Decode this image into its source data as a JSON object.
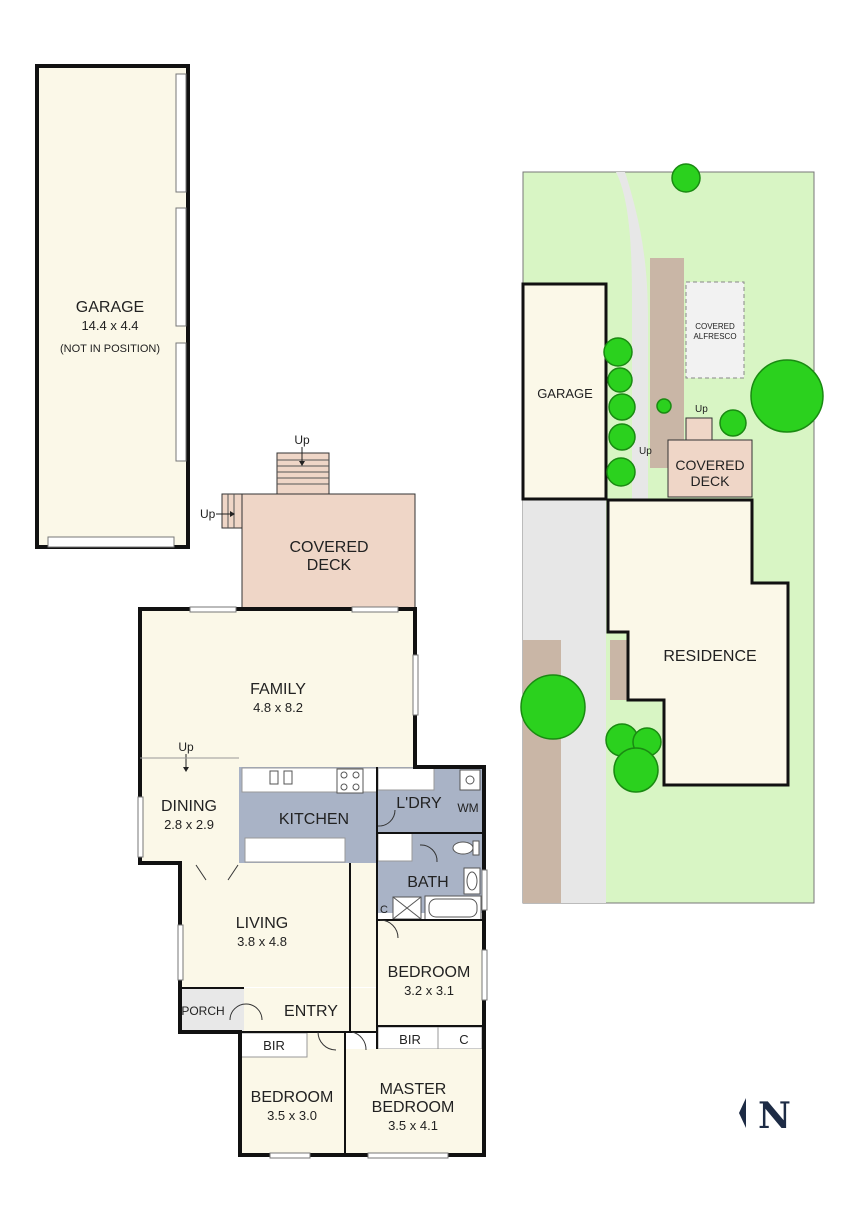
{
  "rooms": {
    "garage": {
      "name": "GARAGE",
      "dim": "14.4 x 4.4",
      "note": "(NOT IN POSITION)"
    },
    "covered_deck": {
      "line1": "COVERED",
      "line2": "DECK"
    },
    "family": {
      "name": "FAMILY",
      "dim": "4.8 x 8.2"
    },
    "dining": {
      "name": "DINING",
      "dim": "2.8 x 2.9"
    },
    "kitchen": {
      "name": "KITCHEN"
    },
    "laundry": {
      "name": "L'DRY",
      "wm": "WM"
    },
    "bath": {
      "name": "BATH"
    },
    "living": {
      "name": "LIVING",
      "dim": "3.8 x 4.8"
    },
    "porch": {
      "name": "PORCH"
    },
    "entry": {
      "name": "ENTRY"
    },
    "bedroom2": {
      "name": "BEDROOM",
      "dim": "3.2 x 3.1"
    },
    "bedroom3": {
      "name": "BEDROOM",
      "dim": "3.5 x 3.0"
    },
    "master": {
      "line1": "MASTER",
      "line2": "BEDROOM",
      "dim": "3.5 x 4.1"
    },
    "bir": "BIR",
    "cupboard": "C"
  },
  "labels": {
    "up": "Up"
  },
  "site": {
    "garage": "GARAGE",
    "covered_alfresco_1": "COVERED",
    "covered_alfresco_2": "ALFRESCO",
    "covered_deck_1": "COVERED",
    "covered_deck_2": "DECK",
    "residence": "RESIDENCE"
  },
  "compass": "N",
  "colors": {
    "room_fill": "#fbf8e8",
    "deck_fill": "#efd6c7",
    "wet_fill": "#a9b3c6",
    "lawn": "#d8f5c4",
    "drive": "#e7e7e7",
    "path": "#c9b6a6",
    "tree": "#2bd11e",
    "compass": "#1d2b45"
  }
}
